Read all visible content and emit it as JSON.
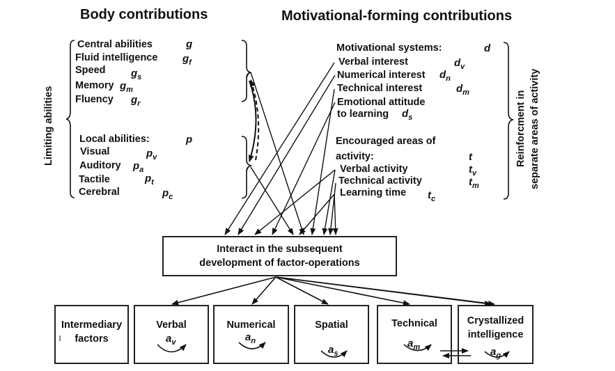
{
  "titles": {
    "body": "Body contributions",
    "motivational": "Motivational-forming contributions"
  },
  "side_labels": {
    "left": "Limiting abilities",
    "right_line1": "Reinforcment in",
    "right_line2": "separate areas of activity"
  },
  "body": {
    "central": {
      "label": "Central abilities",
      "symbol": "g",
      "sub": ""
    },
    "central_items": [
      {
        "label": "Fluid intelligence",
        "symbol": "g",
        "sub": "f"
      },
      {
        "label": "Speed",
        "symbol": "g",
        "sub": "s"
      },
      {
        "label": "Memory",
        "symbol": "g",
        "sub": "m"
      },
      {
        "label": "Fluency",
        "symbol": "g",
        "sub": "r"
      }
    ],
    "local": {
      "label": "Local abilities:",
      "symbol": "p",
      "sub": ""
    },
    "local_items": [
      {
        "label": "Visual",
        "symbol": "p",
        "sub": "v"
      },
      {
        "label": "Auditory",
        "symbol": "p",
        "sub": "a"
      },
      {
        "label": "Tactile",
        "symbol": "p",
        "sub": "t"
      },
      {
        "label": "Cerebral",
        "symbol": "p",
        "sub": "c"
      }
    ]
  },
  "motivational": {
    "systems": {
      "label": "Motivational systems:",
      "symbol": "d",
      "sub": ""
    },
    "system_items": [
      {
        "label": "Verbal interest",
        "symbol": "d",
        "sub": "v"
      },
      {
        "label": "Numerical interest",
        "symbol": "d",
        "sub": "n"
      },
      {
        "label": "Technical interest",
        "symbol": "d",
        "sub": "m"
      },
      {
        "label": "Emotional attitude",
        "symbol": "",
        "sub": ""
      },
      {
        "label": "to learning",
        "symbol": "d",
        "sub": "s"
      }
    ],
    "areas_line1": "Encouraged areas of",
    "areas": {
      "label": "activity:",
      "symbol": "t",
      "sub": ""
    },
    "area_items": [
      {
        "label": "Verbal activity",
        "symbol": "t",
        "sub": "v"
      },
      {
        "label": "Technical activity",
        "symbol": "t",
        "sub": "m"
      },
      {
        "label": "Learning time",
        "symbol": "t",
        "sub": "c"
      }
    ]
  },
  "center_box": {
    "line1": "Interact in the subsequent",
    "line2": "development of factor-operations"
  },
  "factor_boxes": [
    {
      "line1": "Intermediary",
      "line2": "factors",
      "symbol": "",
      "sub": ""
    },
    {
      "line1": "Verbal",
      "line2": "",
      "symbol": "a",
      "sub": "v"
    },
    {
      "line1": "Numerical",
      "line2": "",
      "symbol": "a",
      "sub": "n"
    },
    {
      "line1": "Spatial",
      "line2": "",
      "symbol": "a",
      "sub": "s"
    },
    {
      "line1": "Technical",
      "line2": "",
      "symbol": "a",
      "sub": "m"
    },
    {
      "line1": "Crystallized",
      "line2": "intelligence",
      "symbol": "a",
      "sub": "g"
    }
  ]
}
